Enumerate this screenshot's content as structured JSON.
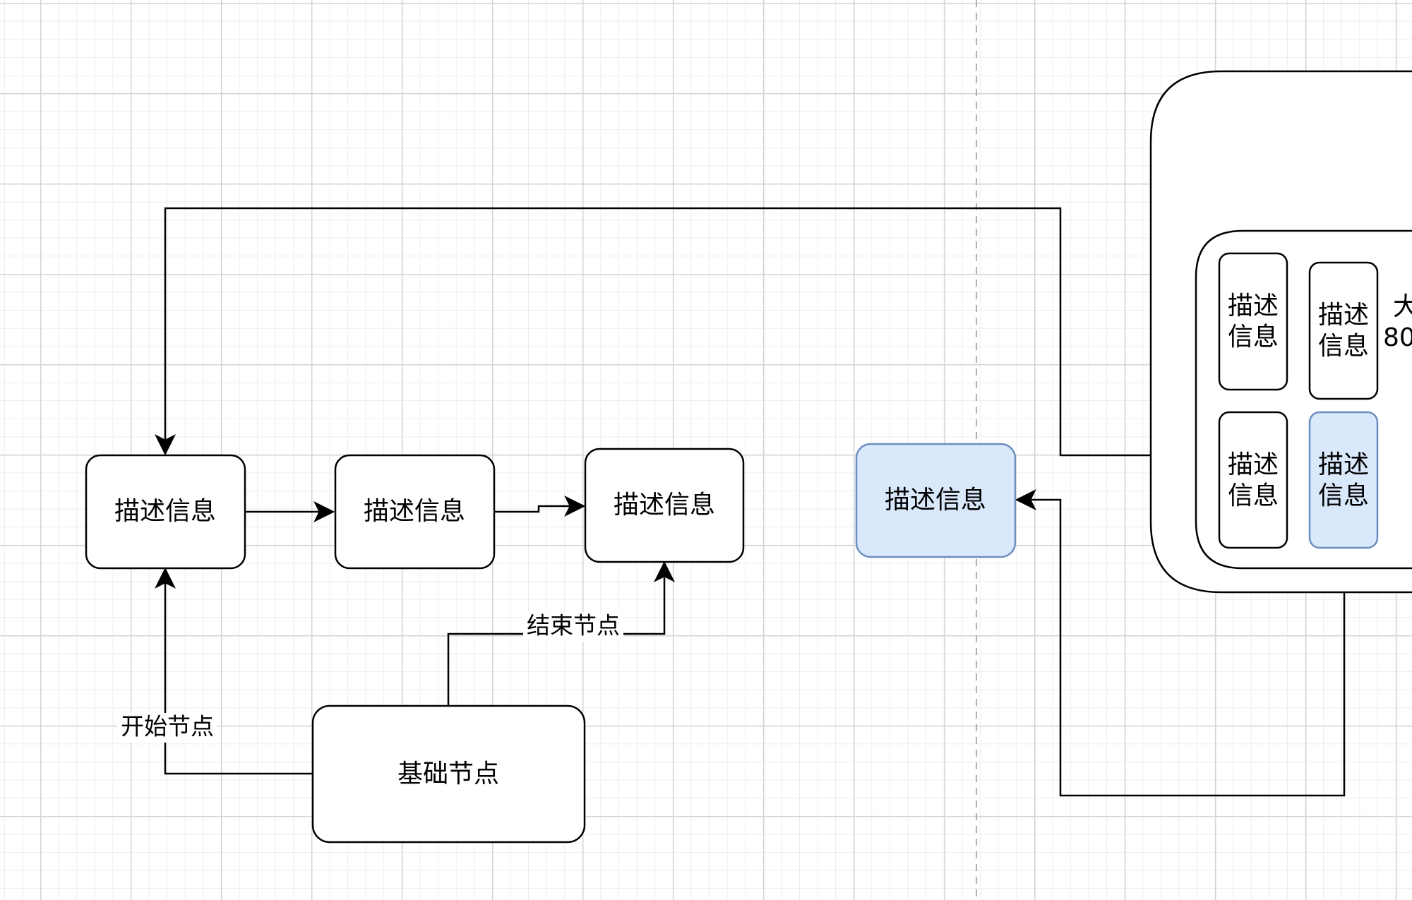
{
  "diagram": {
    "nodes": {
      "desc_a": "描述信息",
      "desc_b": "描述信息",
      "desc_c": "描述信息",
      "desc_selected": "描述信息",
      "base": "基础节点",
      "group_tl_line1": "描述",
      "group_tl_line2": "信息",
      "group_tr_line1": "描述",
      "group_tr_line2": "信息",
      "group_bl_line1": "描述",
      "group_bl_line2": "信息",
      "group_br_line1": "描述",
      "group_br_line2": "信息",
      "partial_line1": "大",
      "partial_line2": "80"
    },
    "edge_labels": {
      "start": "开始节点",
      "end": "结束节点"
    }
  },
  "colors": {
    "stroke": "#000000",
    "selected_fill": "#dae8fc",
    "selected_stroke": "#6c8ebf",
    "grid_major": "#d4d4d4",
    "grid_minor": "#ededed",
    "page_break": "#b0b0b0"
  }
}
